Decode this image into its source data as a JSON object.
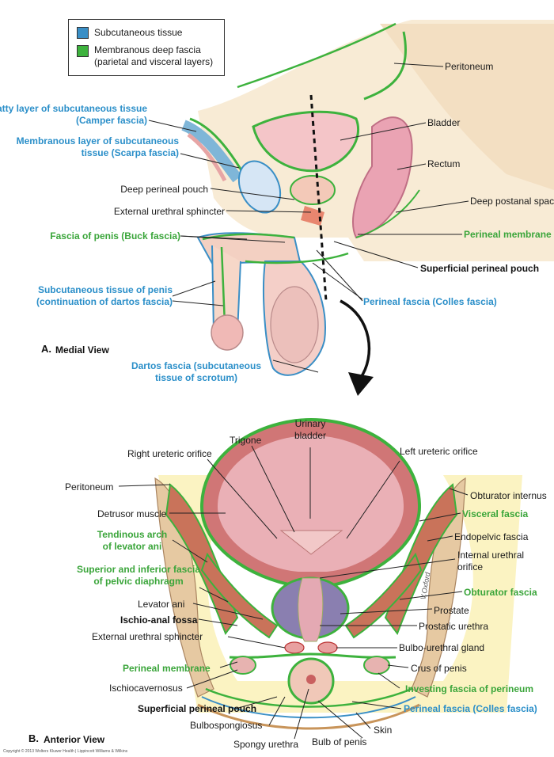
{
  "legend": {
    "subcutaneous": "Subcutaneous tissue",
    "membranous": "Membranous deep fascia",
    "membranous2": "(parietal and visceral layers)",
    "color_subcutaneous": "#3a8fc6",
    "color_membranous": "#3db23d"
  },
  "viewA": {
    "title_letter": "A.",
    "title": "Medial View",
    "labels": {
      "peritoneum": "Peritoneum",
      "camper1": "Fatty layer of subcutaneous tissue",
      "camper2": "(Camper fascia)",
      "bladder": "Bladder",
      "scarpa1": "Membranous layer of subcutaneous",
      "scarpa2": "tissue (Scarpa fascia)",
      "rectum": "Rectum",
      "deep_pouch": "Deep perineal pouch",
      "deep_postanal": "Deep postanal space",
      "ext_sphincter": "External urethral sphincter",
      "buck": "Fascia of penis (Buck fascia)",
      "perineal_membrane": "Perineal membrane",
      "sup_pouch": "Superficial perineal pouch",
      "subq_penis1": "Subcutaneous tissue of penis",
      "subq_penis2": "(continuation of dartos fascia)",
      "colles": "Perineal fascia (Colles fascia)",
      "dartos1": "Dartos fascia (subcutaneous",
      "dartos2": "tissue of scrotum)"
    }
  },
  "viewB": {
    "title_letter": "B.",
    "title": "Anterior View",
    "labels": {
      "urinary1": "Urinary",
      "urinary2": "bladder",
      "trigone": "Trigone",
      "right_ureteric": "Right ureteric orifice",
      "left_ureteric": "Left ureteric orifice",
      "peritoneum": "Peritoneum",
      "obturator_internus": "Obturator internus",
      "detrusor": "Detrusor muscle",
      "visceral_fascia": "Visceral fascia",
      "tendinous1": "Tendinous arch",
      "tendinous2": "of levator ani",
      "endopelvic": "Endopelvic fascia",
      "internal_urethral1": "Internal urethral",
      "internal_urethral2": "orifice",
      "sup_inf_fascia1": "Superior and inferior fascia",
      "sup_inf_fascia2": "of pelvic diaphragm",
      "obturator_fascia": "Obturator fascia",
      "levator_ani": "Levator ani",
      "prostate": "Prostate",
      "ischio_anal": "Ischio-anal fossa",
      "prostatic_urethra": "Prostatic urethra",
      "ext_sphincter": "External urethral sphincter",
      "bulbo_urethral": "Bulbo-urethral gland",
      "perineal_membrane": "Perineal membrane",
      "crus": "Crus of penis",
      "ischiocavernosus": "Ischiocavernosus",
      "investing": "Investing fascia of perineum",
      "sup_pouch": "Superficial perineal pouch",
      "colles": "Perineal fascia (Colles fascia)",
      "bulbospongiosus": "Bulbospongiosus",
      "skin": "Skin",
      "spongy": "Spongy urethra",
      "bulb": "Bulb of penis"
    }
  },
  "copyright": "Copyright © 2013 Wolters Kluwer Health | Lippincott Williams & Wilkins",
  "signature": "V.Oxford"
}
